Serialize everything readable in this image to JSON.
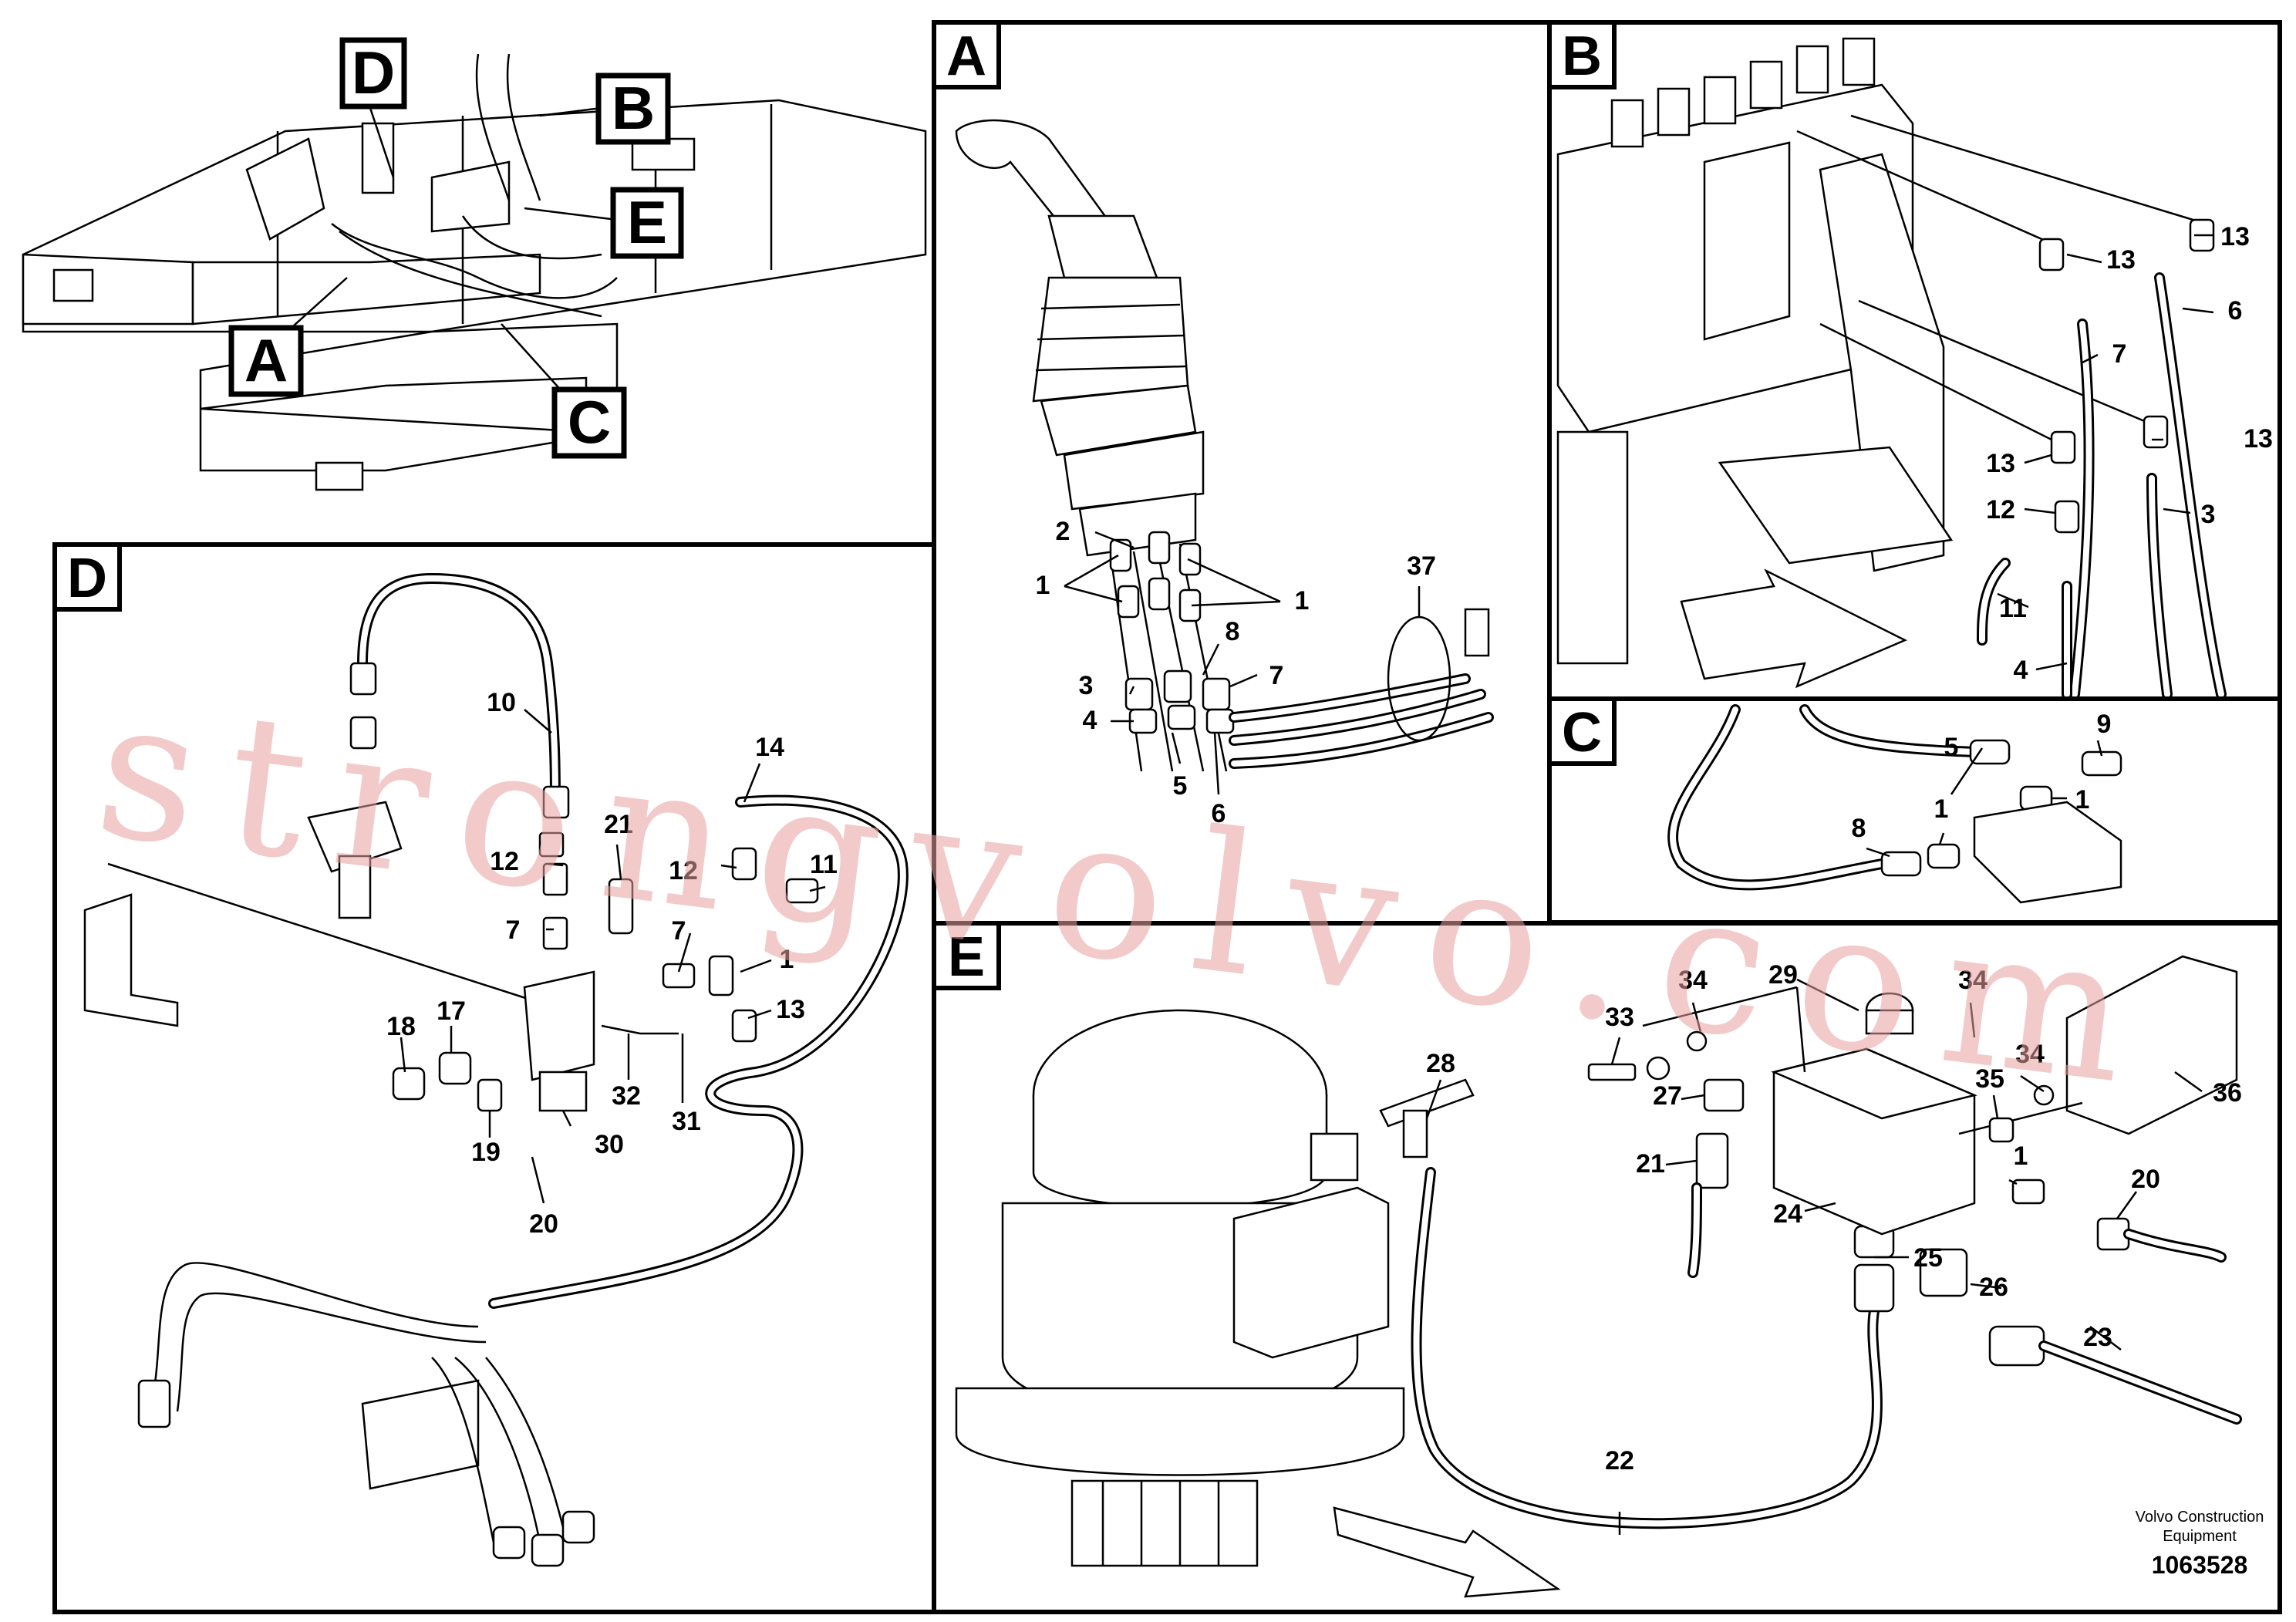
{
  "overview": {
    "callouts": [
      "D",
      "B",
      "E",
      "A",
      "C"
    ]
  },
  "panels": {
    "A": {
      "tag": "A",
      "labels": [
        "1",
        "1",
        "2",
        "3",
        "4",
        "5",
        "6",
        "7",
        "8",
        "37"
      ]
    },
    "B": {
      "tag": "B",
      "labels": [
        "13",
        "13",
        "6",
        "7",
        "13",
        "13",
        "12",
        "3",
        "11",
        "4"
      ]
    },
    "C": {
      "tag": "C",
      "labels": [
        "9",
        "5",
        "1",
        "1",
        "8"
      ]
    },
    "D": {
      "tag": "D",
      "labels": [
        "10",
        "14",
        "21",
        "12",
        "12",
        "11",
        "7",
        "7",
        "1",
        "13",
        "18",
        "17",
        "32",
        "31",
        "19",
        "30",
        "20"
      ]
    },
    "E": {
      "tag": "E",
      "labels": [
        "29",
        "34",
        "34",
        "33",
        "28",
        "34",
        "27",
        "35",
        "36",
        "21",
        "1",
        "24",
        "20",
        "25",
        "26",
        "23",
        "22"
      ]
    }
  },
  "watermark": "strongvolvo.com",
  "footer": {
    "brand_line1": "Volvo Construction",
    "brand_line2": "Equipment",
    "doc_number": "1063528"
  }
}
